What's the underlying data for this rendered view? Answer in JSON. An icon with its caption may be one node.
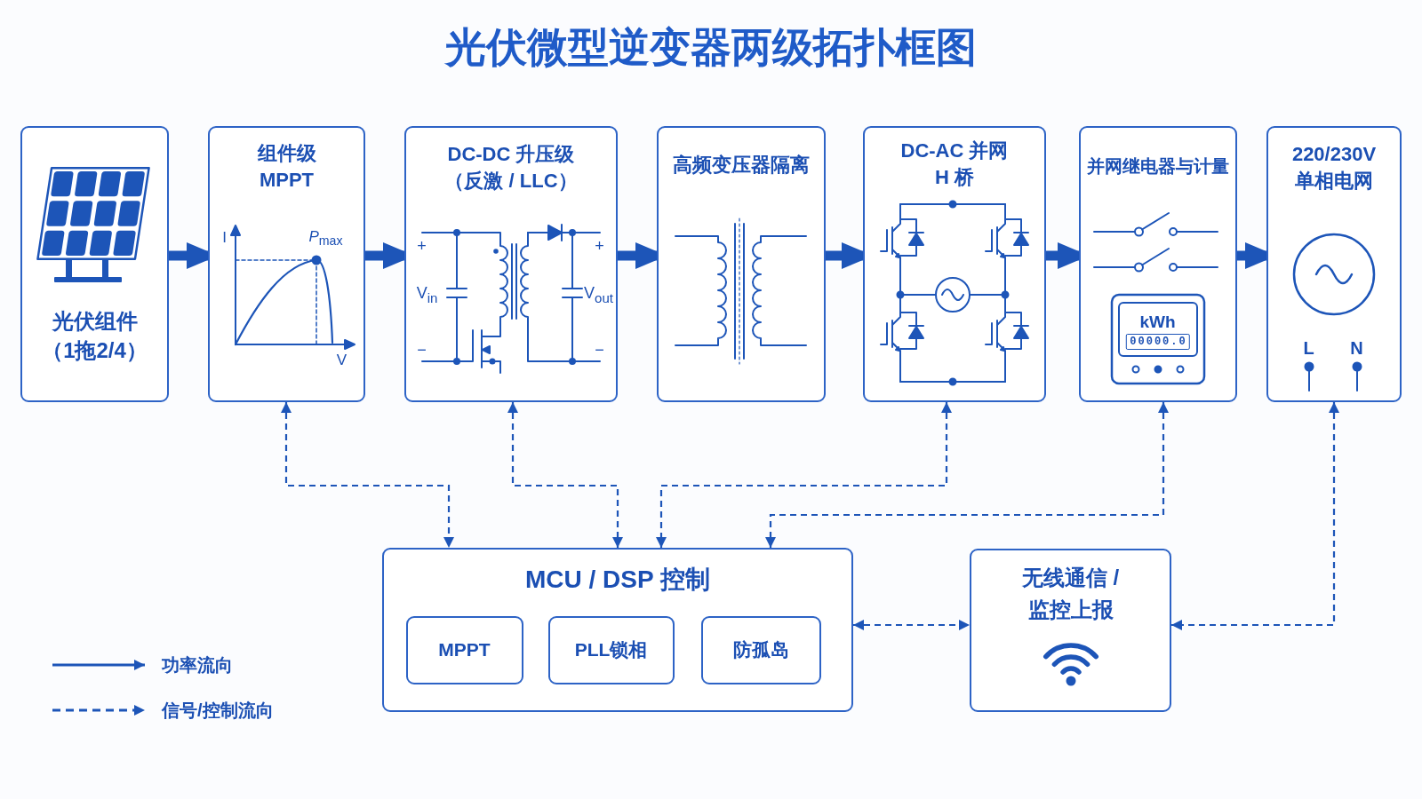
{
  "diagram": {
    "title": "光伏微型逆变器两级拓扑框图",
    "nodes": [
      {
        "text": [
          "光伏组件（1拖2/4）"
        ]
      },
      {
        "text": [
          "组件级 MPPT"
        ]
      },
      {
        "text": [
          "DC-DC 升压级（反激 / LLC）"
        ]
      },
      {
        "text": [
          "高频变压器隔离"
        ]
      },
      {
        "text": [
          "DC-AC 并网 H 桥"
        ]
      },
      {
        "text": [
          "并网继电器与计量"
        ]
      },
      {
        "text": [
          "220/230V 单相电网"
        ]
      },
      {
        "text": [
          "MCU / DSP 控制"
        ]
      },
      {
        "text": [
          "MPPT"
        ],
        "in": 7
      },
      {
        "text": [
          "PLL锁相"
        ],
        "in": 7
      },
      {
        "text": [
          "防孤岛"
        ],
        "in": 7
      },
      {
        "text": [
          "无线通信 / 监控上报"
        ]
      }
    ],
    "edges": [
      {
        "from": 0,
        "to": 1,
        "arrow": "to",
        "style": "thick"
      },
      {
        "from": 1,
        "to": 2,
        "arrow": "to",
        "style": "thick"
      },
      {
        "from": 2,
        "to": 3,
        "arrow": "to",
        "style": "thick"
      },
      {
        "from": 3,
        "to": 4,
        "arrow": "to",
        "style": "thick"
      },
      {
        "from": 4,
        "to": 5,
        "arrow": "to",
        "style": "thick"
      },
      {
        "from": 5,
        "to": 6,
        "arrow": "to",
        "style": "thick"
      },
      {
        "from": 1,
        "to": 7,
        "arrow": "both",
        "style": "dashed"
      },
      {
        "from": 2,
        "to": 7,
        "arrow": "both",
        "style": "dashed"
      },
      {
        "from": 4,
        "to": 7,
        "arrow": "both",
        "style": "dashed"
      },
      {
        "from": 5,
        "to": 7,
        "arrow": "both",
        "style": "dashed"
      },
      {
        "from": 7,
        "to": 11,
        "arrow": "both",
        "style": "dashed"
      },
      {
        "from": 6,
        "to": 11,
        "arrow": "both",
        "style": "dashed"
      }
    ],
    "labels": [
      "I",
      "*P*$_{max}$",
      "V",
      "+",
      "+",
      "V$_{in}$",
      "V$_{out}$",
      "−",
      "−",
      "kWh",
      "00000.0",
      "L",
      "N"
    ],
    "legend": [
      {
        "text": "功率流向"
      },
      {
        "text": "信号/控制流向"
      }
    ]
  }
}
